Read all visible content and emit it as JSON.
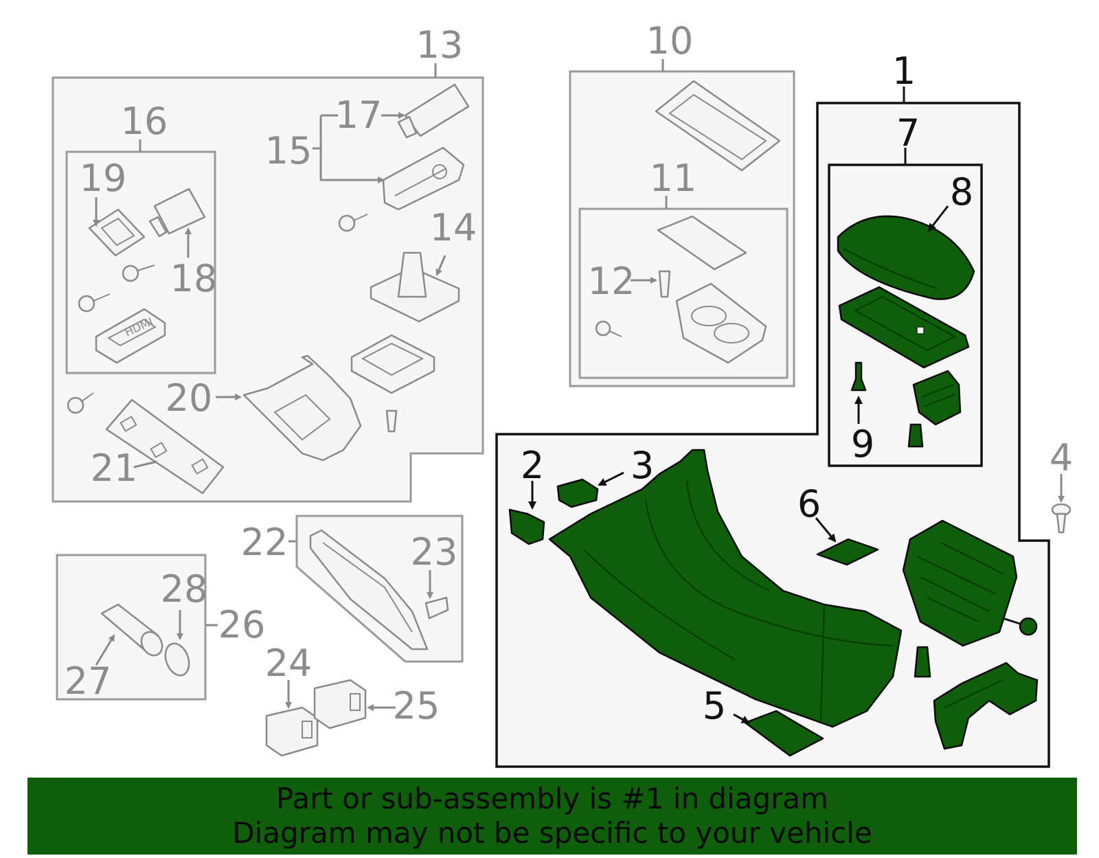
{
  "diagram": {
    "callouts": {
      "c1": "1",
      "c2": "2",
      "c3": "3",
      "c4": "4",
      "c5": "5",
      "c6": "6",
      "c7": "7",
      "c8": "8",
      "c9": "9",
      "c10": "10",
      "c11": "11",
      "c12": "12",
      "c13": "13",
      "c14": "14",
      "c15": "15",
      "c16": "16",
      "c17": "17",
      "c18": "18",
      "c19": "19",
      "c20": "20",
      "c21": "21",
      "c22": "22",
      "c23": "23",
      "c24": "24",
      "c25": "25",
      "c26": "26",
      "c27": "27",
      "c28": "28"
    }
  },
  "banner": {
    "line1": "Part or sub-assembly is #1 in diagram",
    "line2": "Diagram may not be specific to your vehicle"
  },
  "colors": {
    "highlight": "#0f5e0b",
    "other_parts": "#8c8c8c",
    "outline": "#111111"
  }
}
